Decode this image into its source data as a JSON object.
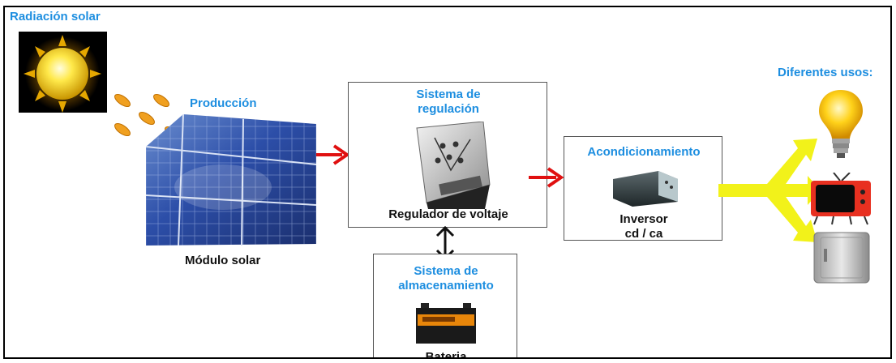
{
  "labels": {
    "radiacion": "Radiación solar",
    "produccion": "Producción",
    "modulo": "Módulo solar",
    "regulacion_title": "Sistema de\nregulación",
    "regulador": "Regulador de voltaje",
    "acondicionamiento": "Acondicionamiento",
    "inversor": "Inversor\ncd / ca",
    "almacenamiento_title": "Sistema de\nalmacenamiento",
    "bateria": "Bateria",
    "usos": "Diferentes usos:"
  },
  "colors": {
    "label_blue": "#1d8ee0",
    "arrow_red": "#e01010",
    "arrow_yellow": "#f2f21a"
  },
  "icons": [
    "sun-icon",
    "solar-panel-icon",
    "charge-controller-icon",
    "inverter-icon",
    "battery-icon",
    "light-bulb-icon",
    "television-icon",
    "refrigerator-icon"
  ]
}
